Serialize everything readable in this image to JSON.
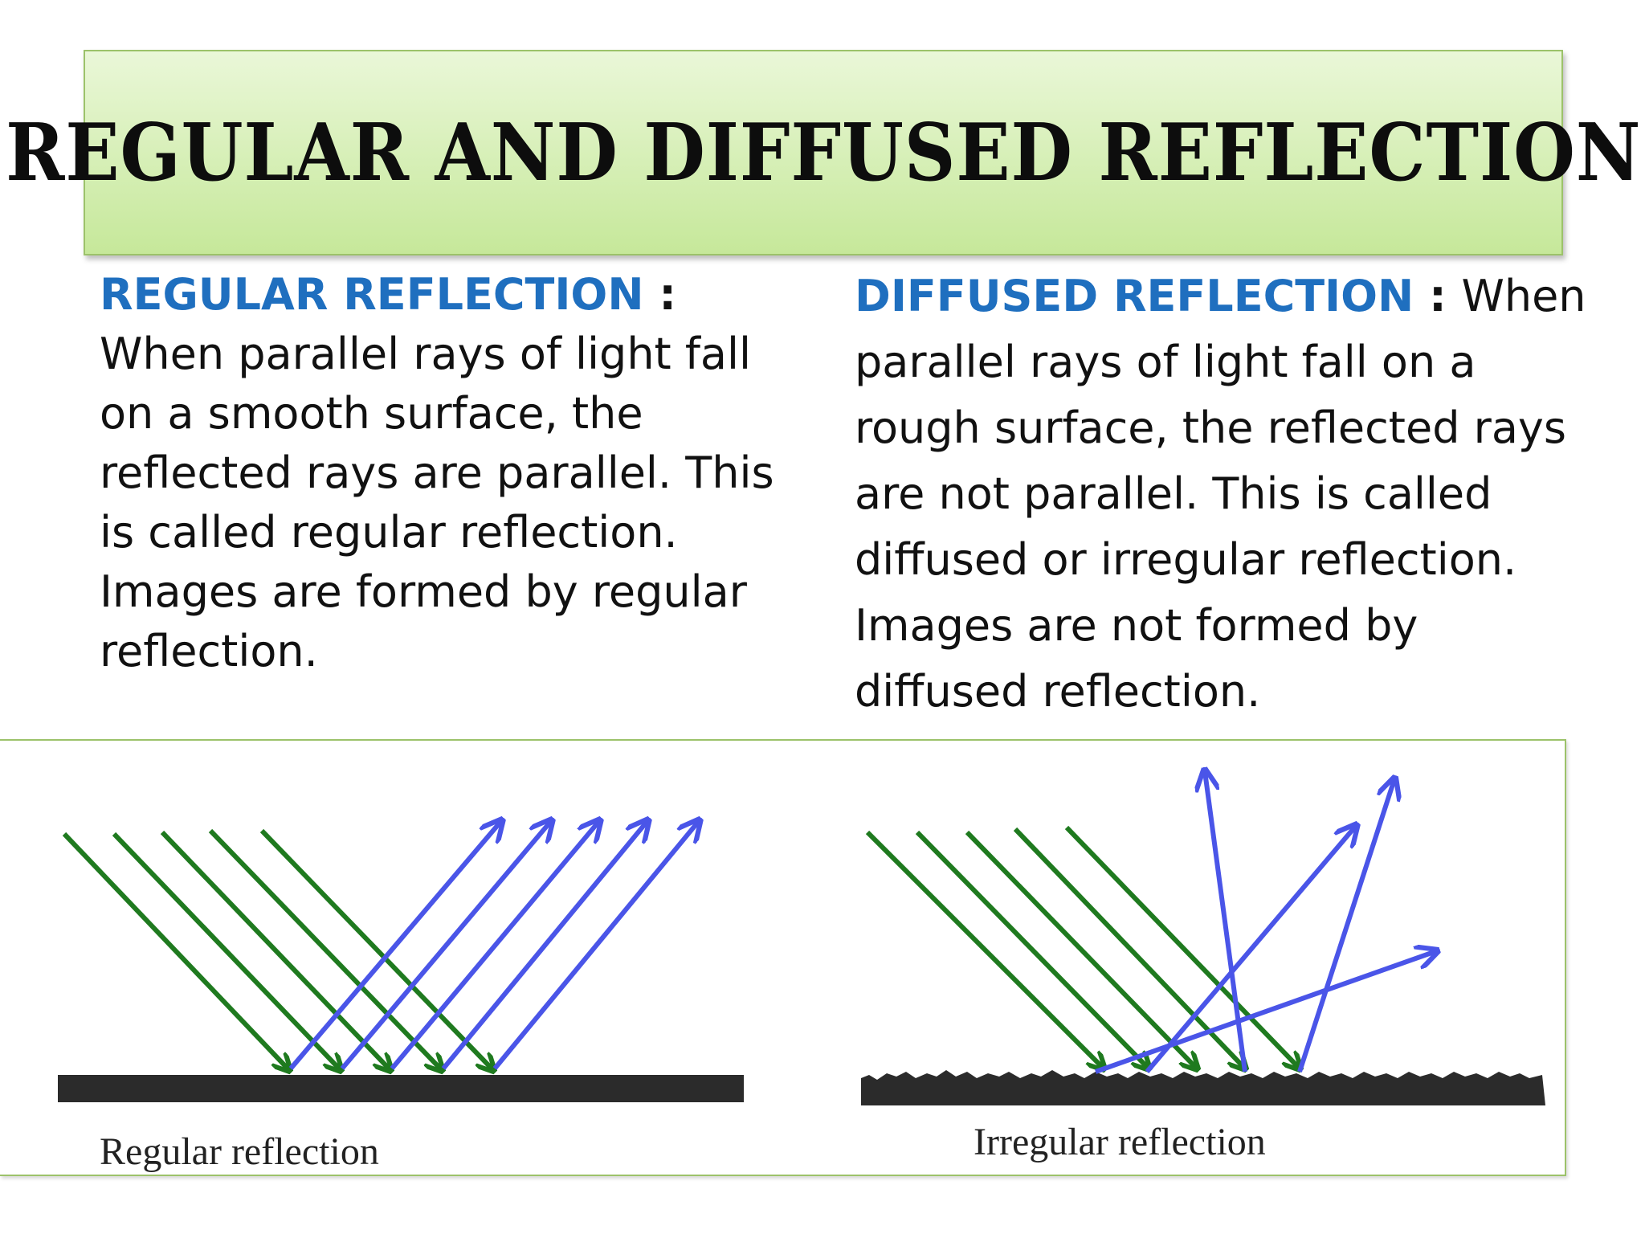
{
  "title": "REGULAR AND DIFFUSED REFLECTION",
  "regular": {
    "term": "REGULAR REFLECTION",
    "colon": " : ",
    "text": "When parallel rays of light fall on a smooth surface, the reflected rays are parallel. This is called regular reflection. Images are formed by regular reflection.",
    "caption": "Regular reflection"
  },
  "diffused": {
    "term": "DIFFUSED REFLECTION",
    "colon": " : ",
    "text": "When parallel rays of light fall on a rough surface, the reflected rays are not parallel. This is called diffused or irregular reflection. Images are not formed by diffused reflection.",
    "caption": "Irregular reflection"
  },
  "colors": {
    "incident_ray": "#1f7a1f",
    "reflected_ray": "#4a55e8",
    "surface": "#2b2b2b",
    "term": "#1f6fbf",
    "banner_border": "#9cc26a"
  }
}
